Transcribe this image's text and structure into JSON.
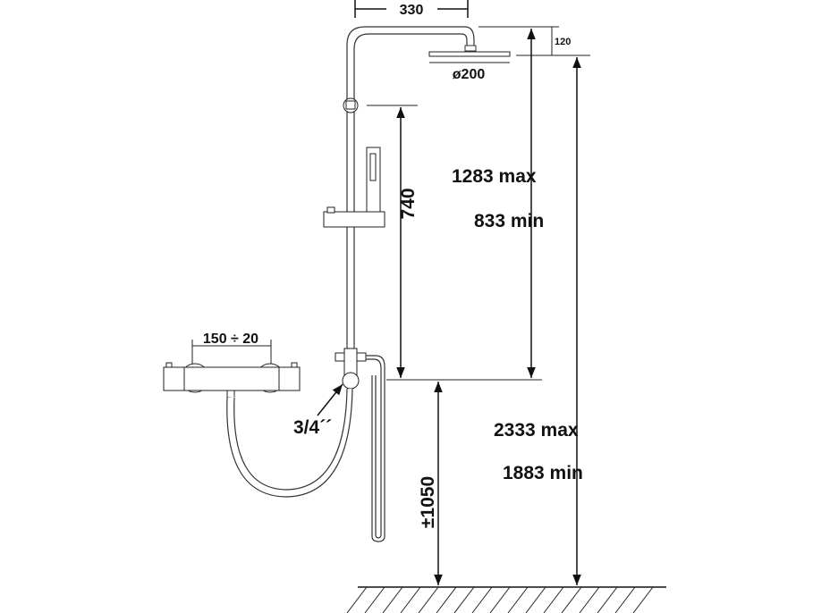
{
  "dimensions": {
    "arm_projection": "330",
    "head_offset": "120",
    "head_diameter": "ø200",
    "bar_height": "740",
    "upper_max": "1283 max",
    "upper_min": "833 min",
    "total_max": "2333 max",
    "total_min": "1883 min",
    "mixer_height": "±1050",
    "inlet_spacing": "150 ÷ 20",
    "connection": "3/4´´"
  },
  "colors": {
    "line": "#111111",
    "background": "#ffffff"
  }
}
